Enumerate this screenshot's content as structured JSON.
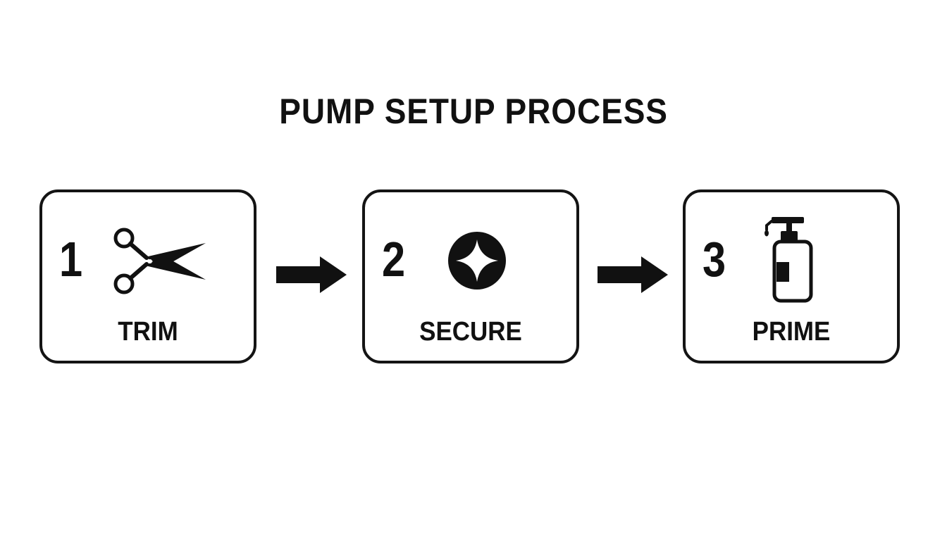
{
  "title": "PUMP SETUP PROCESS",
  "steps": [
    {
      "number": "1",
      "label": "TRIM",
      "icon": "scissors-icon"
    },
    {
      "number": "2",
      "label": "SECURE",
      "icon": "screw-head-icon"
    },
    {
      "number": "3",
      "label": "PRIME",
      "icon": "pump-bottle-icon"
    }
  ],
  "colors": {
    "ink": "#111111",
    "background": "#ffffff"
  }
}
